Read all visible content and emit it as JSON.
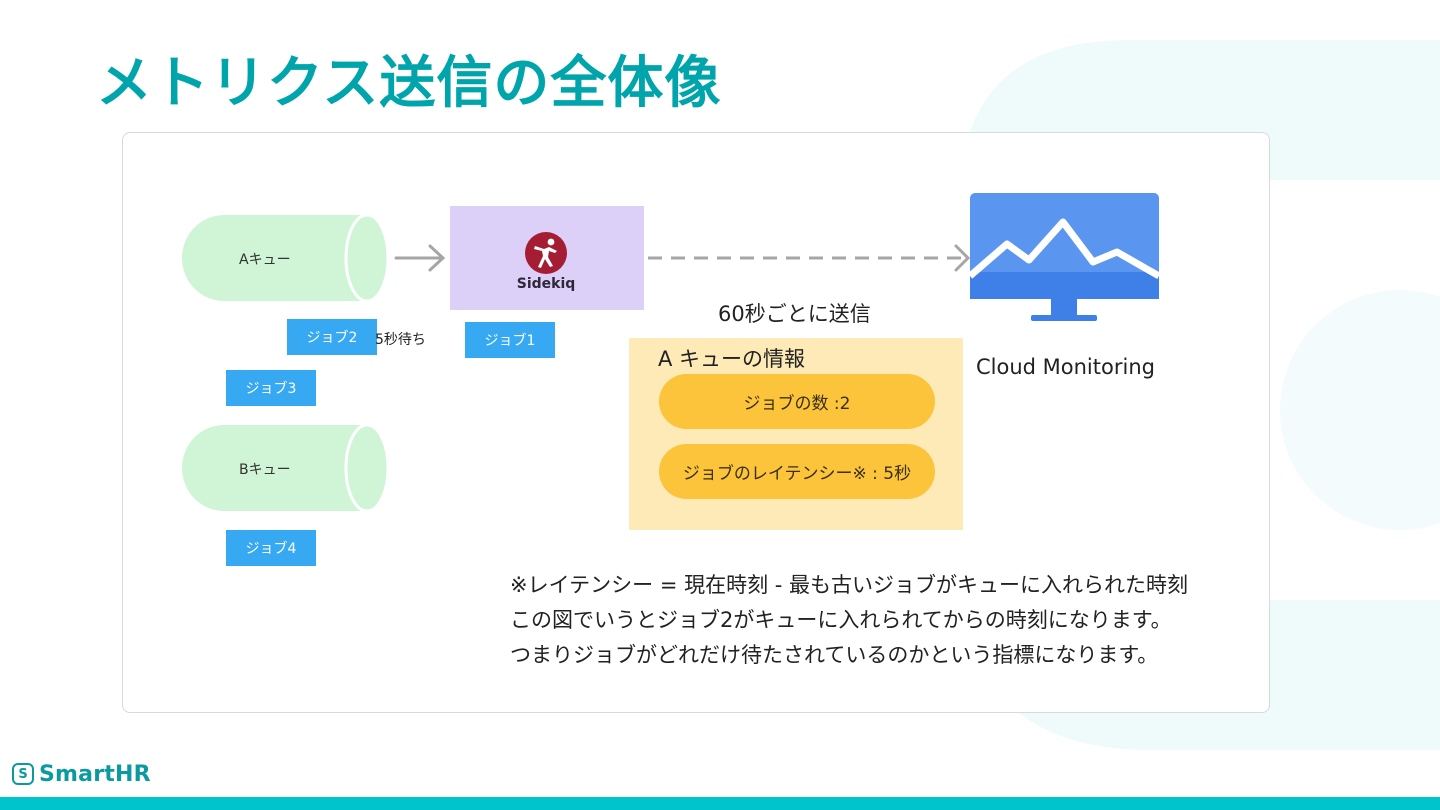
{
  "slide": {
    "title": "メトリクス送信の全体像",
    "accent_color": "#00a5ab"
  },
  "diagram": {
    "queues": [
      {
        "label": "Aキュー"
      },
      {
        "label": "Bキュー"
      }
    ],
    "jobs": [
      {
        "label": "ジョブ2"
      },
      {
        "label": "ジョブ3"
      },
      {
        "label": "ジョブ4"
      },
      {
        "label": "ジョブ1"
      }
    ],
    "wait_label": "5秒待ち",
    "worker": {
      "name": "Sidekiq",
      "icon": "sidekiq-logo-icon"
    },
    "interval_label": "60秒ごとに送信",
    "queue_info": {
      "title": "A キューの情報",
      "items": [
        {
          "label": "ジョブの数 :2"
        },
        {
          "label": "ジョブのレイテンシー※ : 5秒"
        }
      ]
    },
    "destination": {
      "label": "Cloud Monitoring",
      "icon": "monitor-chart-icon"
    }
  },
  "notes": [
    "※レイテンシー = 現在時刻 - 最も古いジョブがキューに入れられた時刻",
    "この図でいうとジョブ2がキューに入れられてからの時刻になります。",
    "つまりジョブがどれだけ待たされているのかという指標になります。"
  ],
  "footer": {
    "brand": "SmartHR",
    "brand_icon_glyph": "S",
    "bar_color": "#00c4cc"
  }
}
